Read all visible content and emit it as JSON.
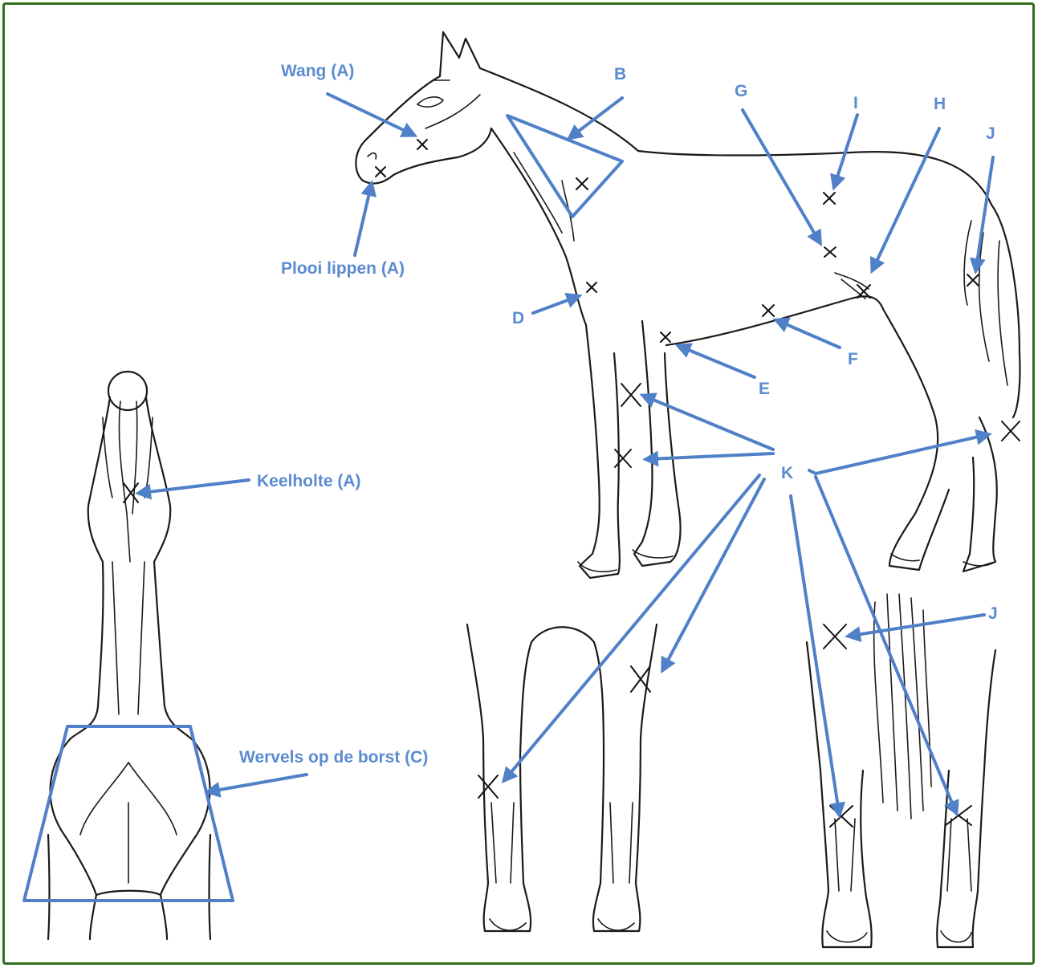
{
  "colors": {
    "frame": "#2e6e1c",
    "annotation": "#5080c8",
    "label": "#5b8bd0",
    "sketch": "#1a1a1a"
  },
  "labels": {
    "wang": "Wang (A)",
    "plooi": "Plooi lippen (A)",
    "b": "B",
    "d": "D",
    "e": "E",
    "f": "F",
    "g": "G",
    "i": "I",
    "h": "H",
    "j_top": "J",
    "k": "K",
    "j_bottom": "J",
    "keelholte": "Keelholte (A)",
    "wervels": "Wervels op de borst (C)"
  }
}
